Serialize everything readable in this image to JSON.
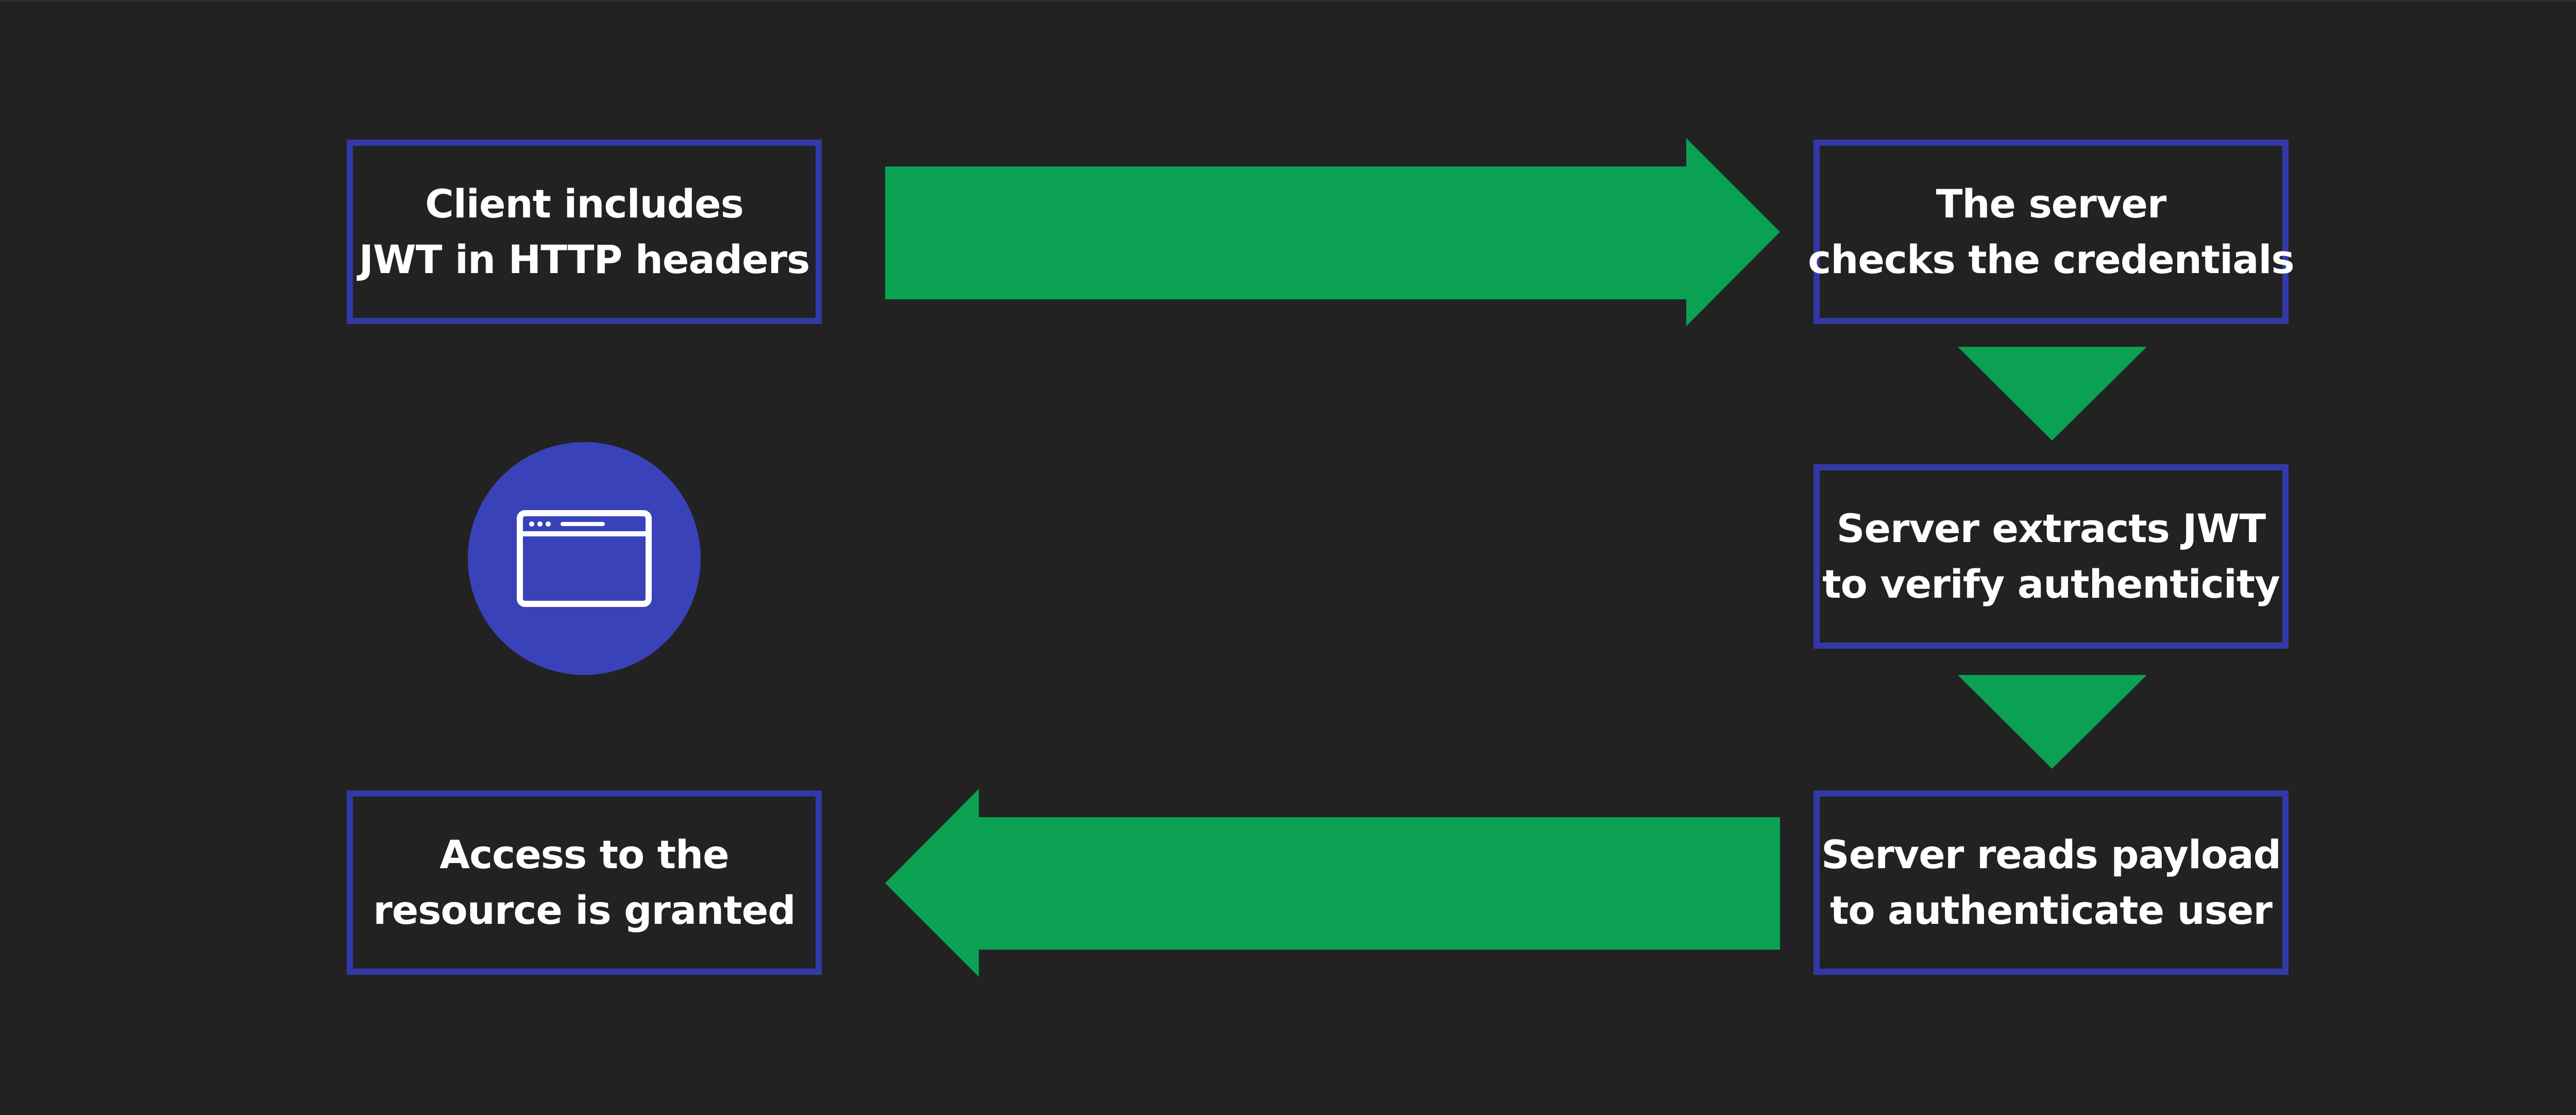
{
  "diagram": {
    "steps": {
      "client_sends": [
        "Client includes",
        "JWT in HTTP headers"
      ],
      "server_checks": [
        "The server",
        "checks the credentials"
      ],
      "server_extracts": [
        "Server extracts JWT",
        "to verify authenticity"
      ],
      "server_reads": [
        "Server reads payload",
        "to authenticate user"
      ],
      "access_granted": [
        "Access to the",
        "resource is granted"
      ]
    },
    "icon": "browser-window-icon",
    "colors": {
      "background": "#222222",
      "box_border": "#3239a6",
      "arrow": "#0aa153",
      "icon_circle": "#3a42ba",
      "text": "#ffffff"
    }
  }
}
